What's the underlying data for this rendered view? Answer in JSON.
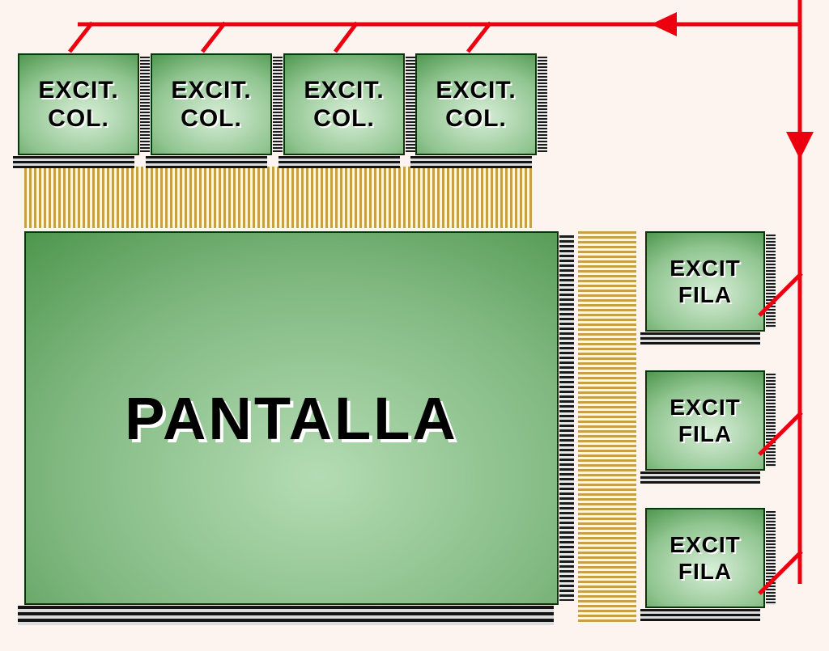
{
  "diagram": {
    "screen_label": "PANTALLA",
    "column_drivers": [
      {
        "line1": "EXCIT.",
        "line2": "COL."
      },
      {
        "line1": "EXCIT.",
        "line2": "COL."
      },
      {
        "line1": "EXCIT.",
        "line2": "COL."
      },
      {
        "line1": "EXCIT.",
        "line2": "COL."
      }
    ],
    "row_drivers": [
      {
        "line1": "EXCIT",
        "line2": "FILA"
      },
      {
        "line1": "EXCIT",
        "line2": "FILA"
      },
      {
        "line1": "EXCIT",
        "line2": "FILA"
      }
    ],
    "colors": {
      "background": "#fdf4f0",
      "wire_red": "#ec0010",
      "ribbon_gold": "#c79f45",
      "chip_green_dark": "#175c17",
      "chip_green_light": "#d8eed8",
      "pin_dark": "#1b1b1b",
      "text": "#000000",
      "text_shadow": "#ffffff"
    }
  }
}
